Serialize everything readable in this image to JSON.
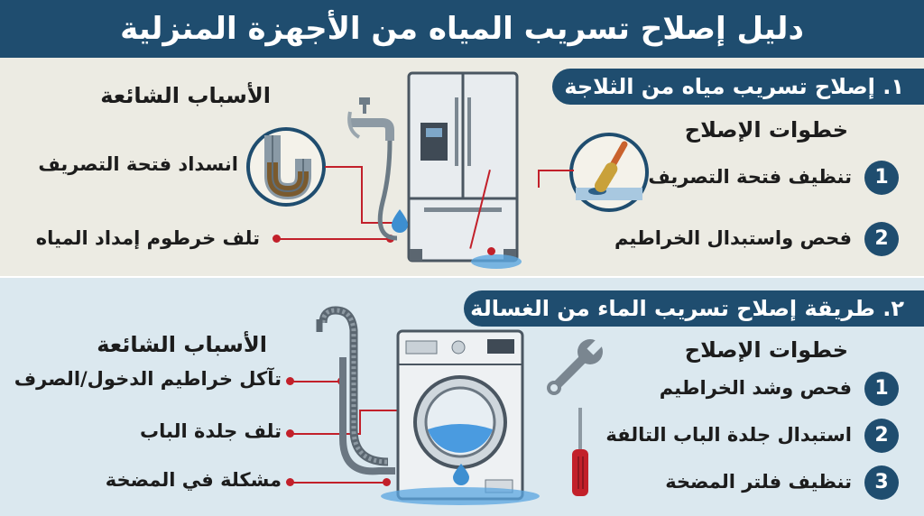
{
  "header": {
    "title": "دليل إصلاح تسريب المياه من الأجهزة المنزلية"
  },
  "fridge": {
    "title": "١. إصلاح تسريب مياه من الثلاجة",
    "causes_heading": "الأسباب الشائعة",
    "causes": [
      "انسداد فتحة التصريف",
      "تلف خرطوم إمداد المياه"
    ],
    "steps_heading": "خطوات الإصلاح",
    "steps": [
      {
        "num": "1",
        "label": "تنظيف فتحة التصريف"
      },
      {
        "num": "2",
        "label": "فحص واستبدال الخراطيم"
      }
    ]
  },
  "washer": {
    "title": "٢. طريقة إصلاح تسريب الماء من الغسالة",
    "causes_heading": "الأسباب الشائعة",
    "causes": [
      "تآكل خراطيم الدخول/الصرف",
      "تلف جلدة الباب",
      "مشكلة في المضخة"
    ],
    "steps_heading": "خطوات الإصلاح",
    "steps": [
      {
        "num": "1",
        "label": "فحص وشد الخراطيم"
      },
      {
        "num": "2",
        "label": "استبدال جلدة الباب التالفة"
      },
      {
        "num": "3",
        "label": "تنظيف فلتر المضخة"
      }
    ]
  },
  "icons": {
    "fridge": "refrigerator-icon",
    "washer": "washing-machine-icon",
    "pipe": "clogged-drain-pipe-icon",
    "brush": "cleaning-brush-icon",
    "wrench": "wrench-icon",
    "screwdriver": "screwdriver-icon",
    "faucet": "faucet-icon"
  },
  "colors": {
    "primary": "#1f4d6f",
    "accent": "#c2202a",
    "water": "#3d8fd1",
    "section1_bg": "#ecebe3",
    "section2_bg": "#dbe8ef"
  }
}
